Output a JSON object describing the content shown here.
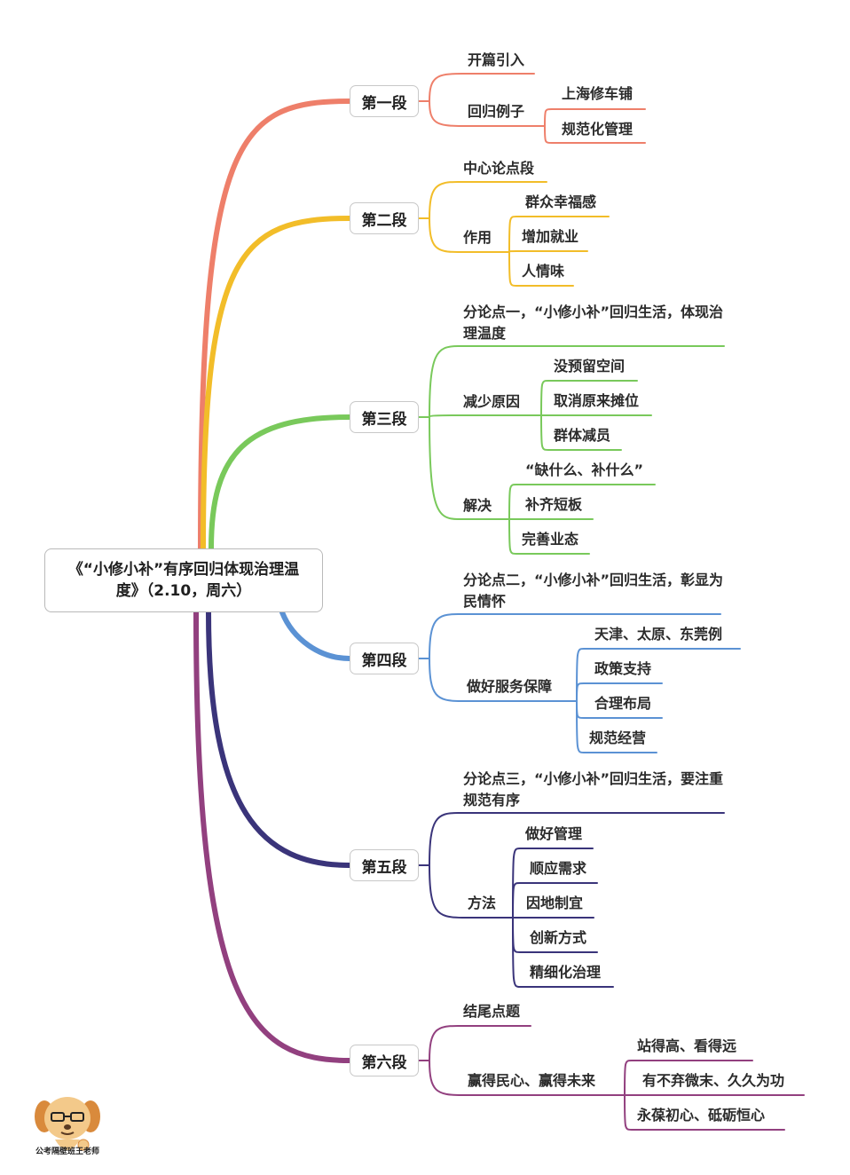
{
  "title": "《“小修小补”有序回归体现治理温度》（2.10，周六）",
  "colors": {
    "sec1": "#ee7f6a",
    "sec2": "#f2bd29",
    "sec3": "#79c95b",
    "sec4": "#5b92d4",
    "sec5": "#3a347a",
    "sec6": "#92407f"
  },
  "sections": [
    {
      "label": "第一段",
      "items": [
        {
          "text": "开篇引入"
        },
        {
          "text": "回归例子",
          "children": [
            "上海修车铺",
            "规范化管理"
          ]
        }
      ]
    },
    {
      "label": "第二段",
      "items": [
        {
          "text": "中心论点段"
        },
        {
          "text": "作用",
          "children": [
            "群众幸福感",
            "增加就业",
            "人情味"
          ]
        }
      ]
    },
    {
      "label": "第三段",
      "items": [
        {
          "text": "分论点一，“小修小补”回归生活，体现治理温度"
        },
        {
          "text": "减少原因",
          "children": [
            "没预留空间",
            "取消原来摊位",
            "群体减员"
          ]
        },
        {
          "text": "解决",
          "children": [
            "“缺什么、补什么”",
            "补齐短板",
            "完善业态"
          ]
        }
      ]
    },
    {
      "label": "第四段",
      "items": [
        {
          "text": "分论点二，“小修小补”回归生活，彰显为民情怀"
        },
        {
          "text": "做好服务保障",
          "children": [
            "天津、太原、东莞例",
            "政策支持",
            "合理布局",
            "规范经营"
          ]
        }
      ]
    },
    {
      "label": "第五段",
      "items": [
        {
          "text": "分论点三，“小修小补”回归生活，要注重规范有序"
        },
        {
          "text": "方法",
          "children": [
            "做好管理",
            "顺应需求",
            "因地制宜",
            "创新方式",
            "精细化治理"
          ]
        }
      ]
    },
    {
      "label": "第六段",
      "items": [
        {
          "text": "结尾点题"
        },
        {
          "text": "赢得民心、赢得未来",
          "children": [
            "站得高、看得远",
            "有不弃微末、久久为功",
            "永葆初心、砥砺恒心"
          ]
        }
      ]
    }
  ],
  "watermark": "公考隔壁班王老师"
}
